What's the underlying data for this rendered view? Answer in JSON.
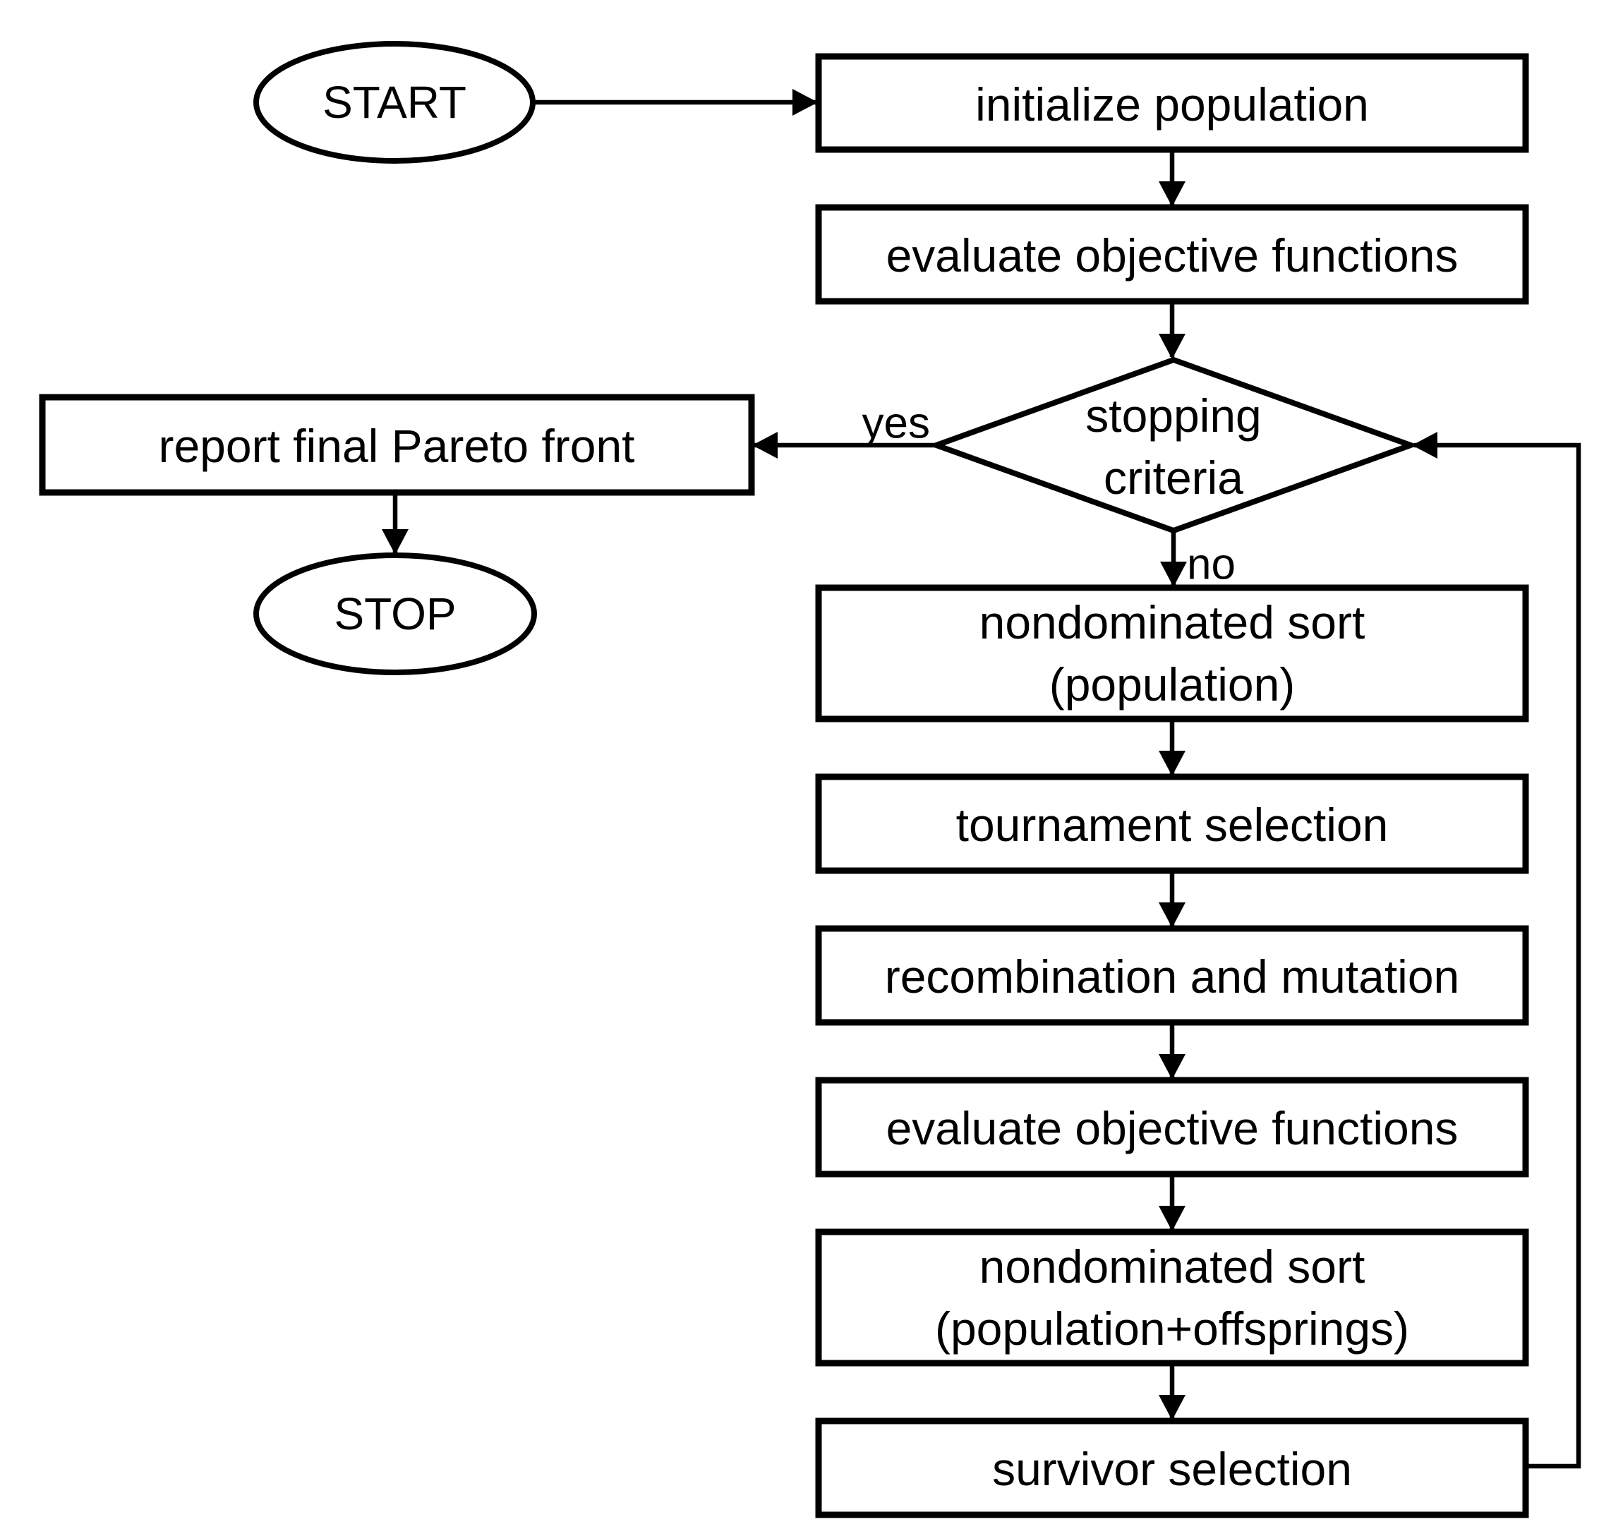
{
  "flowchart": {
    "background_color": "#ffffff",
    "stroke_color": "#000000",
    "nodes": {
      "start": {
        "label": "START"
      },
      "initialize_population": {
        "label": "initialize population"
      },
      "evaluate_objective_functions_1": {
        "label": "evaluate objective functions"
      },
      "stopping_criteria": {
        "label_line1": "stopping",
        "label_line2": "criteria"
      },
      "report_final_pareto_front": {
        "label": "report final Pareto front"
      },
      "stop": {
        "label": "STOP"
      },
      "nondominated_sort_population": {
        "label_line1": "nondominated sort",
        "label_line2": "(population)"
      },
      "tournament_selection": {
        "label": "tournament selection"
      },
      "recombination_and_mutation": {
        "label": "recombination and mutation"
      },
      "evaluate_objective_functions_2": {
        "label": "evaluate objective functions"
      },
      "nondominated_sort_population_offsprings": {
        "label_line1": "nondominated sort",
        "label_line2": "(population+offsprings)"
      },
      "survivor_selection": {
        "label": "survivor selection"
      }
    },
    "edge_labels": {
      "yes": "yes",
      "no": "no"
    }
  }
}
